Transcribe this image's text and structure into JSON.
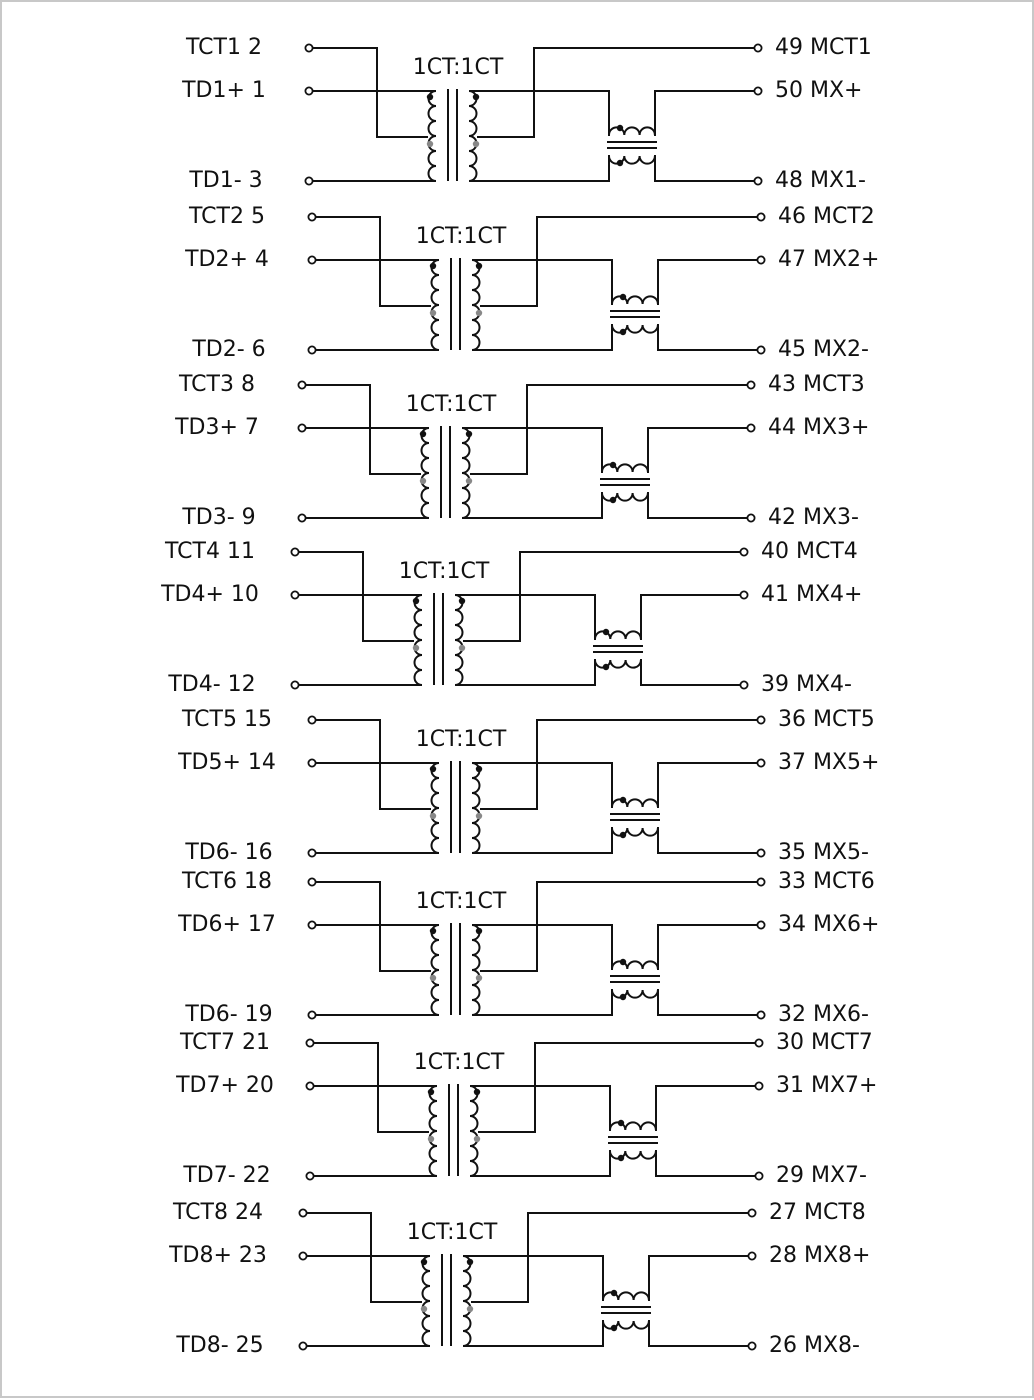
{
  "schematic": {
    "ratio_label": "1CT:1CT",
    "channels": [
      {
        "id": 1,
        "tct": "TCT1 2",
        "td_p": "TD1+ 1",
        "td_n": "TD1- 3",
        "mct": "49 MCT1",
        "mx_p": "50 MX+",
        "mx_n": "48 MX1-"
      },
      {
        "id": 2,
        "tct": "TCT2 5",
        "td_p": "TD2+ 4",
        "td_n": "TD2- 6",
        "mct": "46 MCT2",
        "mx_p": "47 MX2+",
        "mx_n": "45 MX2-"
      },
      {
        "id": 3,
        "tct": "TCT3 8",
        "td_p": "TD3+ 7",
        "td_n": "TD3- 9",
        "mct": "43 MCT3",
        "mx_p": "44 MX3+",
        "mx_n": "42 MX3-"
      },
      {
        "id": 4,
        "tct": "TCT4 11",
        "td_p": "TD4+ 10",
        "td_n": "TD4- 12",
        "mct": "40 MCT4",
        "mx_p": "41 MX4+",
        "mx_n": "39 MX4-"
      },
      {
        "id": 5,
        "tct": "TCT5 15",
        "td_p": "TD5+ 14",
        "td_n": "TD6- 16",
        "mct": "36 MCT5",
        "mx_p": "37 MX5+",
        "mx_n": "35 MX5-"
      },
      {
        "id": 6,
        "tct": "TCT6 18",
        "td_p": "TD6+ 17",
        "td_n": "TD6- 19",
        "mct": "33 MCT6",
        "mx_p": "34 MX6+",
        "mx_n": "32 MX6-"
      },
      {
        "id": 7,
        "tct": "TCT7 21",
        "td_p": "TD7+ 20",
        "td_n": "TD7- 22",
        "mct": "30 MCT7",
        "mx_p": "31 MX7+",
        "mx_n": "29 MX7-"
      },
      {
        "id": 8,
        "tct": "TCT8 24",
        "td_p": "TD8+ 23",
        "td_n": "TD8- 25",
        "mct": "27 MCT8",
        "mx_p": "28 MX8+",
        "mx_n": "26 MX8-"
      }
    ]
  }
}
